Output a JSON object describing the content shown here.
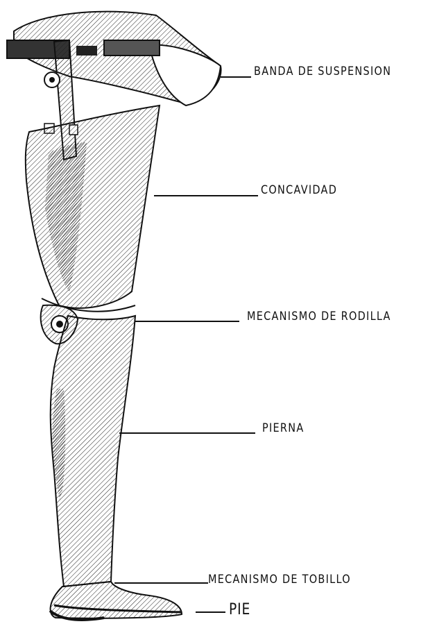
{
  "labels": {
    "suspension_band": "BANDA DE SUSPENSION",
    "socket": "CONCAVIDAD",
    "knee_mechanism": "MECANISMO DE RODILLA",
    "leg": "PIERNA",
    "ankle_mechanism": "MECANISMO DE TOBILLO",
    "foot": "PIE"
  }
}
